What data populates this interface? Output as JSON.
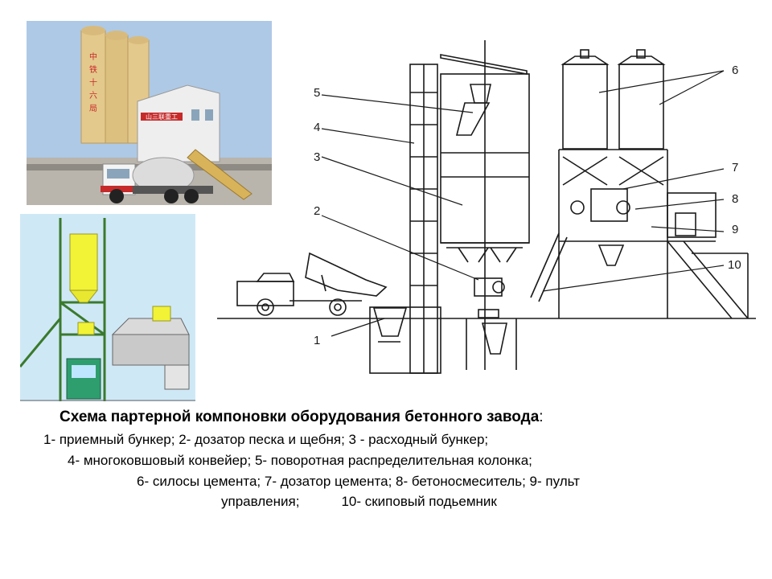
{
  "photo_top": {
    "tower_text": "中铁十六局",
    "building_sign": "山三联重工",
    "colors": {
      "sky": "#aec9e6",
      "silo": "#e4c98c",
      "building": "#eeeeee",
      "ground": "#b9b4ac",
      "sign_red": "#c62a2a"
    }
  },
  "photo_bottom": {
    "colors": {
      "background": "#cfe8f6",
      "silo": "#f2f237",
      "frame": "#3a7a2c",
      "machine": "#c9c9c9",
      "truck": "#2e9e6e"
    }
  },
  "scheme": {
    "labels": [
      "1",
      "2",
      "3",
      "4",
      "5",
      "6",
      "7",
      "8",
      "9",
      "10"
    ]
  },
  "caption": {
    "title": "Схема партерной компоновки оборудования бетонного завода",
    "title_colon": ":",
    "line1": "1- приемный бункер; 2- дозатор песка и щебня; 3 - расходный бункер;",
    "line2": "4- многоковшовый конвейер; 5- поворотная распределительная колонка;",
    "line3": "6- силосы цемента; 7- дозатор цемента; 8- бетоносмеситель; 9- пульт",
    "line4_a": "управления;",
    "line4_b": "10- скиповый подьемник"
  }
}
